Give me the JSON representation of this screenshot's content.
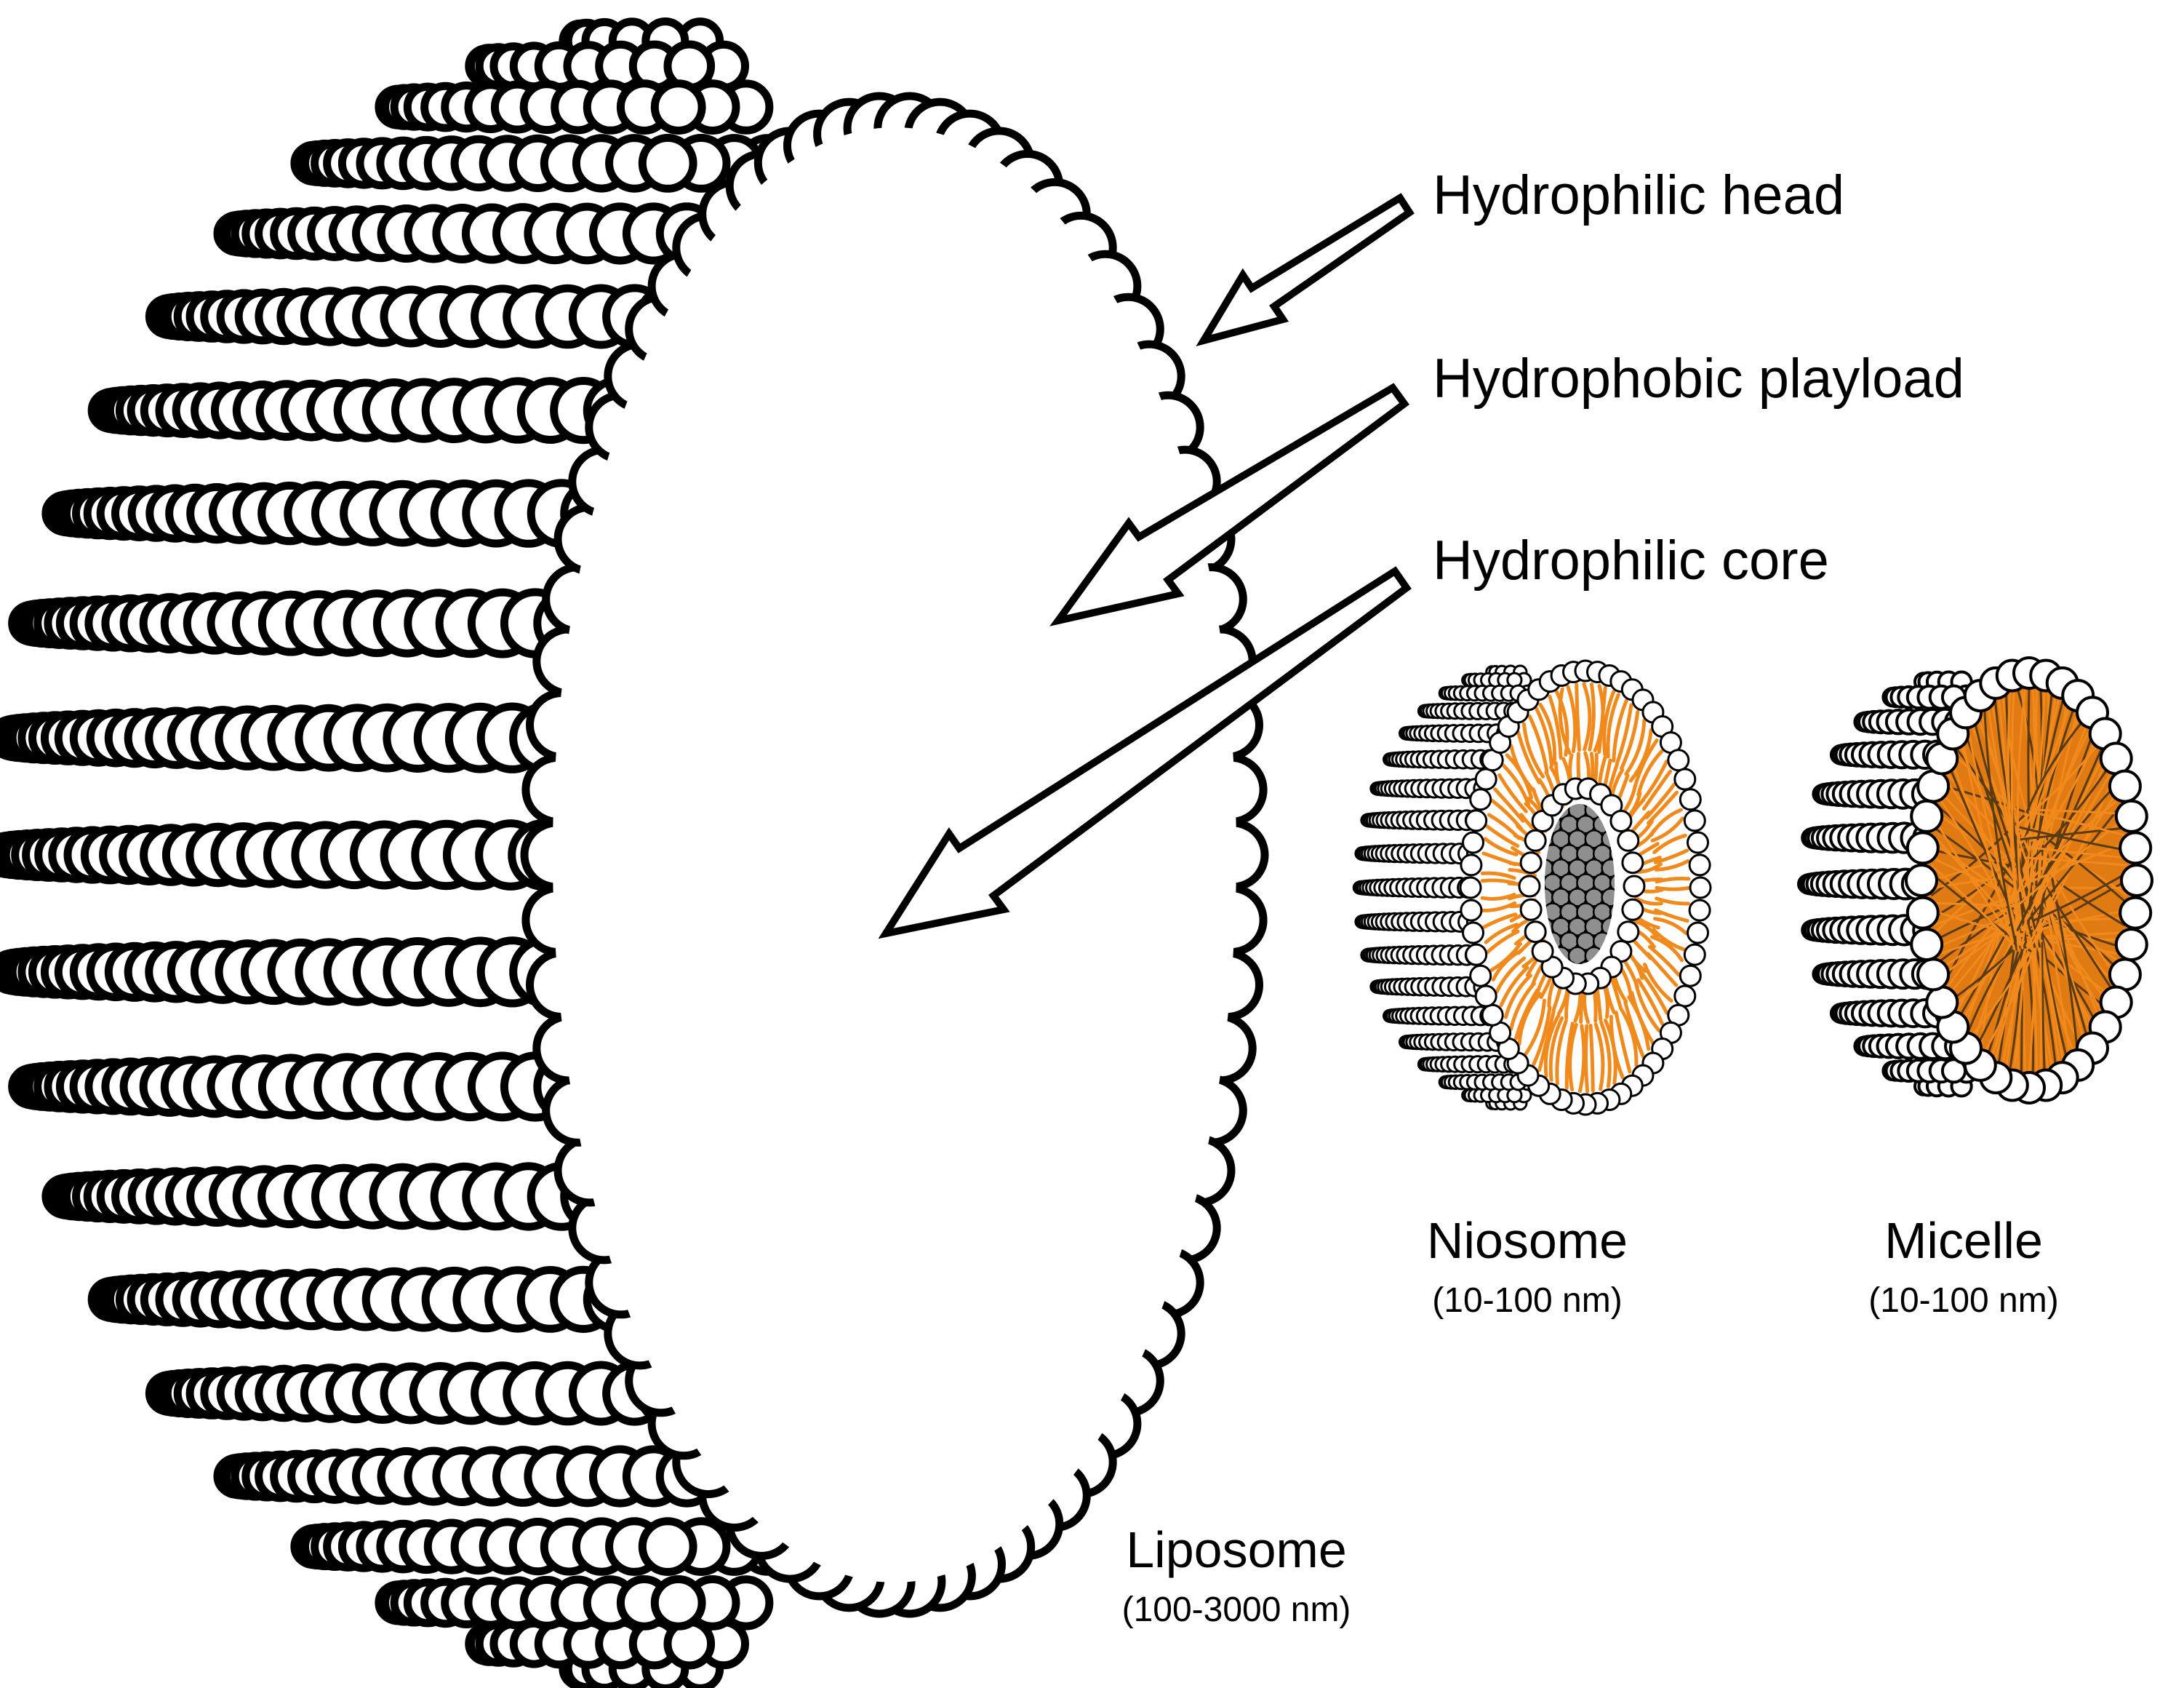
{
  "callouts": {
    "head": "Hydrophilic head",
    "payload": "Hydrophobic playload",
    "core": "Hydrophilic core"
  },
  "vesicles": {
    "liposome": {
      "name": "Liposome",
      "size": "(100-3000 nm)"
    },
    "niosome": {
      "name": "Niosome",
      "size": "(10-100 nm)"
    },
    "micelle": {
      "name": "Micelle",
      "size": "(10-100 nm)"
    }
  },
  "colors": {
    "tail": "#F08A1C",
    "core": "#8F8F8F",
    "head": "#FFFFFF",
    "outline": "#000000"
  }
}
